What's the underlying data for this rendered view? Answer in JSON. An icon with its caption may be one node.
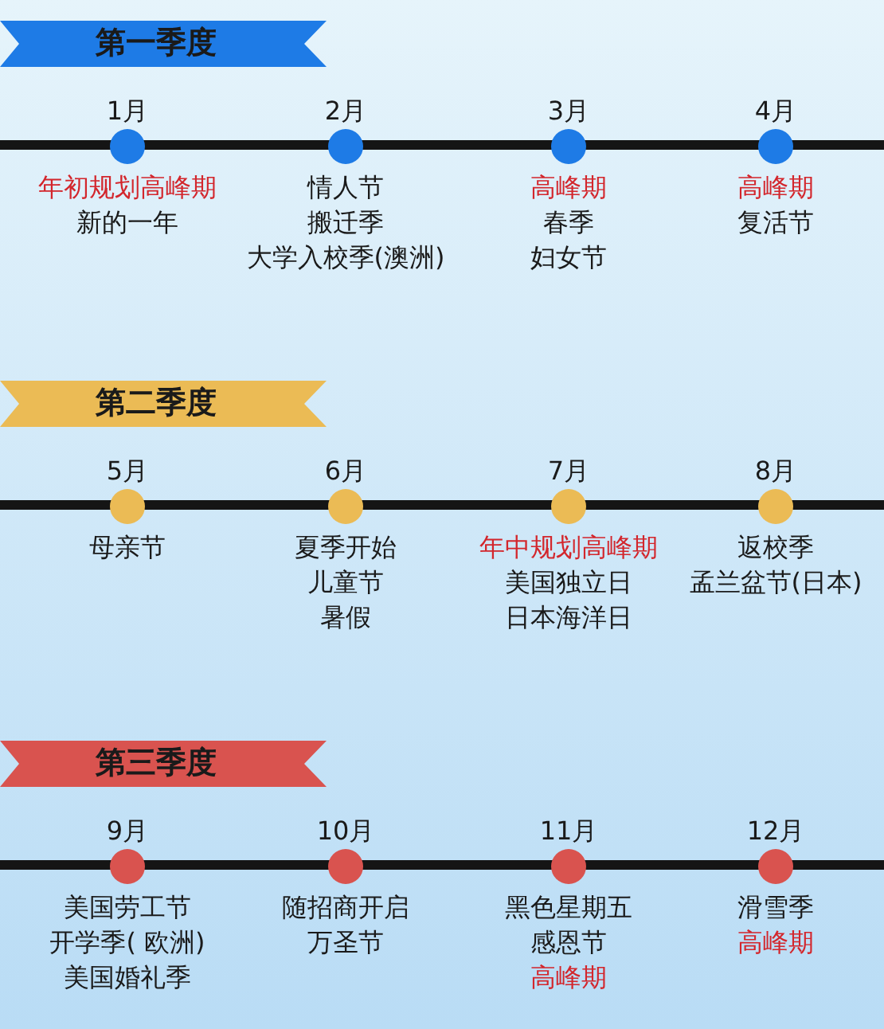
{
  "diagram": {
    "nodes": [
      {
        "text": [
          "第一季度"
        ]
      },
      {
        "text": [
          "1月",
          "年初规划高峰期",
          "新的一年"
        ]
      },
      {
        "text": [
          "2月",
          "情人节",
          "搬迁季",
          "大学入校季(澳洲)"
        ]
      },
      {
        "text": [
          "3月",
          "高峰期",
          "春季",
          "妇女节"
        ]
      },
      {
        "text": [
          "4月",
          "高峰期",
          "复活节"
        ]
      },
      {
        "text": [
          "第二季度"
        ]
      },
      {
        "text": [
          "5月",
          "母亲节"
        ]
      },
      {
        "text": [
          "6月",
          "夏季开始",
          "儿童节",
          "暑假"
        ]
      },
      {
        "text": [
          "7月",
          "年中规划高峰期",
          "美国独立日",
          "日本海洋日"
        ]
      },
      {
        "text": [
          "8月",
          "返校季",
          "孟兰盆节(日本)"
        ]
      },
      {
        "text": [
          "第三季度"
        ]
      },
      {
        "text": [
          "9月",
          "美国劳工节",
          "开学季( 欧洲)",
          "美国婚礼季"
        ]
      },
      {
        "text": [
          "10月",
          "随招商开启",
          "万圣节"
        ]
      },
      {
        "text": [
          "11月",
          "黑色星期五",
          "感恩节",
          "高峰期"
        ]
      },
      {
        "text": [
          "12月",
          "滑雪季",
          "高峰期"
        ]
      }
    ]
  }
}
